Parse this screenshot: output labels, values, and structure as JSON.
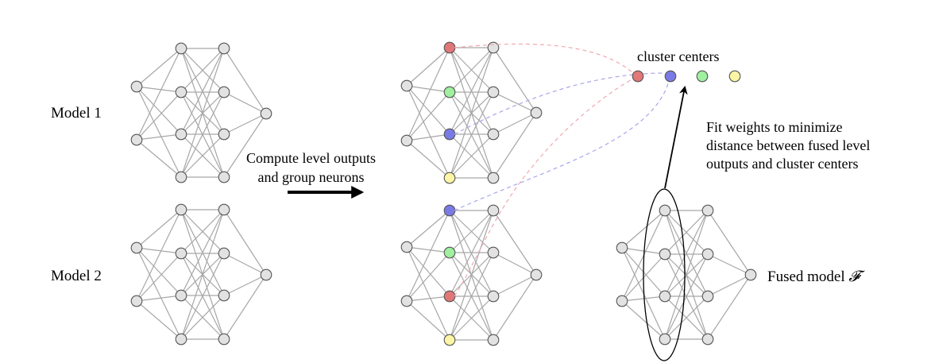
{
  "labels": {
    "model1": "Model 1",
    "model2": "Model 2",
    "compute_line1": "Compute level outputs",
    "compute_line2": "and group neurons",
    "cluster_centers": "cluster centers",
    "fit_line1": "Fit weights to minimize",
    "fit_line2": "distance between fused level",
    "fit_line3": "outputs and cluster centers",
    "fused_model": "Fused model",
    "fused_symbol": "𝓕"
  },
  "colors": {
    "neuron": "#e2e2e2",
    "red": "#e27777",
    "blue": "#7a7ae6",
    "green": "#9ff09f",
    "yellow": "#fbf5a5",
    "edge": "#a7a7a7",
    "dash_red": "#f0a8b0",
    "dash_blue": "#a7a7ec"
  },
  "networks": {
    "model1": {
      "layer_sizes": [
        2,
        4,
        4,
        1
      ],
      "hidden1_colors": [
        "neuron",
        "neuron",
        "neuron",
        "neuron"
      ]
    },
    "model2": {
      "layer_sizes": [
        2,
        4,
        4,
        1
      ],
      "hidden1_colors": [
        "neuron",
        "neuron",
        "neuron",
        "neuron"
      ]
    },
    "grouped1": {
      "layer_sizes": [
        2,
        4,
        4,
        1
      ],
      "hidden1_colors": [
        "red",
        "green",
        "blue",
        "yellow"
      ]
    },
    "grouped2": {
      "layer_sizes": [
        2,
        4,
        4,
        1
      ],
      "hidden1_colors": [
        "blue",
        "green",
        "red",
        "yellow"
      ]
    },
    "fused": {
      "layer_sizes": [
        2,
        4,
        4,
        1
      ],
      "hidden1_colors": [
        "neuron",
        "neuron",
        "neuron",
        "neuron"
      ]
    }
  },
  "cluster_center_colors": [
    "red",
    "blue",
    "green",
    "yellow"
  ]
}
